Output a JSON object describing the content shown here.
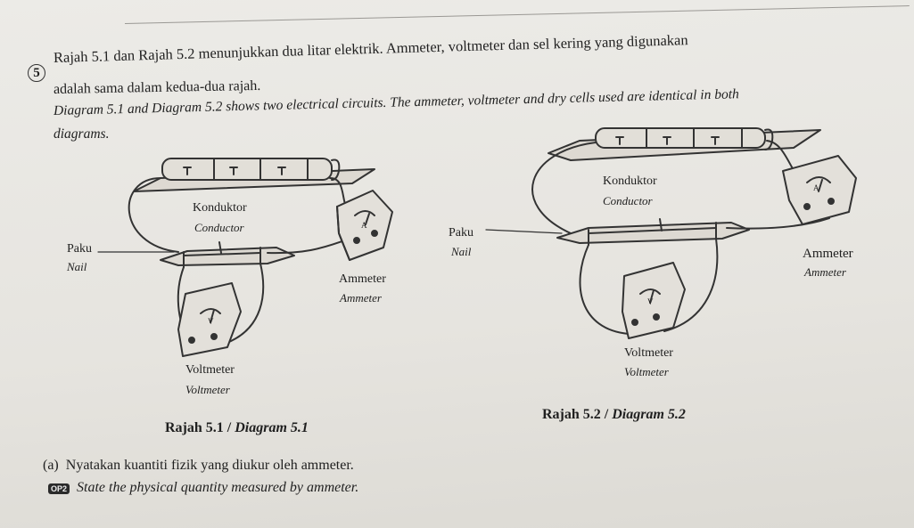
{
  "question": {
    "number": "5",
    "intro_malay_line1": "Rajah 5.1 dan Rajah 5.2 menunjukkan dua litar elektrik. Ammeter, voltmeter dan sel kering yang digunakan",
    "intro_malay_line2": "adalah sama dalam kedua-dua rajah.",
    "intro_english_line1": "Diagram 5.1 and Diagram 5.2 shows two electrical circuits. The ammeter, voltmeter and dry cells used are identical in both",
    "intro_english_line2": "diagrams."
  },
  "diagram1": {
    "caption": "Rajah 5.1 / ",
    "caption_italic": "Diagram 5.1",
    "konduktor": "Konduktor",
    "conductor": "Conductor",
    "paku": "Paku",
    "nail": "Nail",
    "ammeter_malay": "Ammeter",
    "ammeter_eng": "Ammeter",
    "voltmeter_malay": "Voltmeter",
    "voltmeter_eng": "Voltmeter",
    "ammeter_symbol": "A",
    "voltmeter_symbol": "V"
  },
  "diagram2": {
    "caption": "Rajah 5.2 / ",
    "caption_italic": "Diagram 5.2",
    "konduktor": "Konduktor",
    "conductor": "Conductor",
    "paku": "Paku",
    "nail": "Nail",
    "ammeter_malay": "Ammeter",
    "ammeter_eng": "Ammeter",
    "voltmeter_malay": "Voltmeter",
    "voltmeter_eng": "Voltmeter",
    "ammeter_symbol": "A",
    "voltmeter_symbol": "V"
  },
  "part_a": {
    "label": "(a)",
    "malay": "Nyatakan kuantiti fizik yang diukur oleh ammeter.",
    "badge": "OP2",
    "english": "State the physical quantity measured by ammeter."
  }
}
